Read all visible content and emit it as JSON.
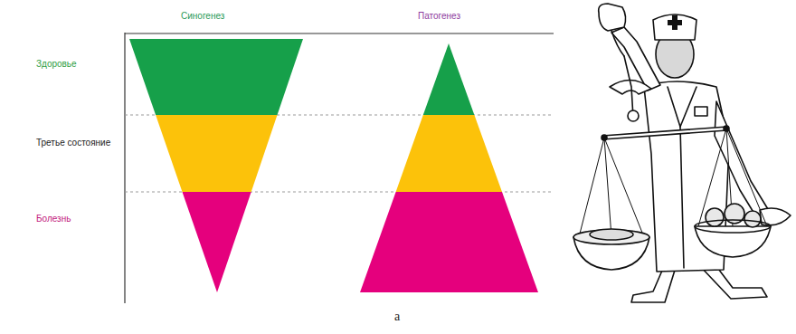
{
  "diagram": {
    "caption": "а",
    "labels": [
      "Синогенез",
      "Патогенез",
      "Здоровье",
      "Третье состояние",
      "Болезнь"
    ]
  }
}
